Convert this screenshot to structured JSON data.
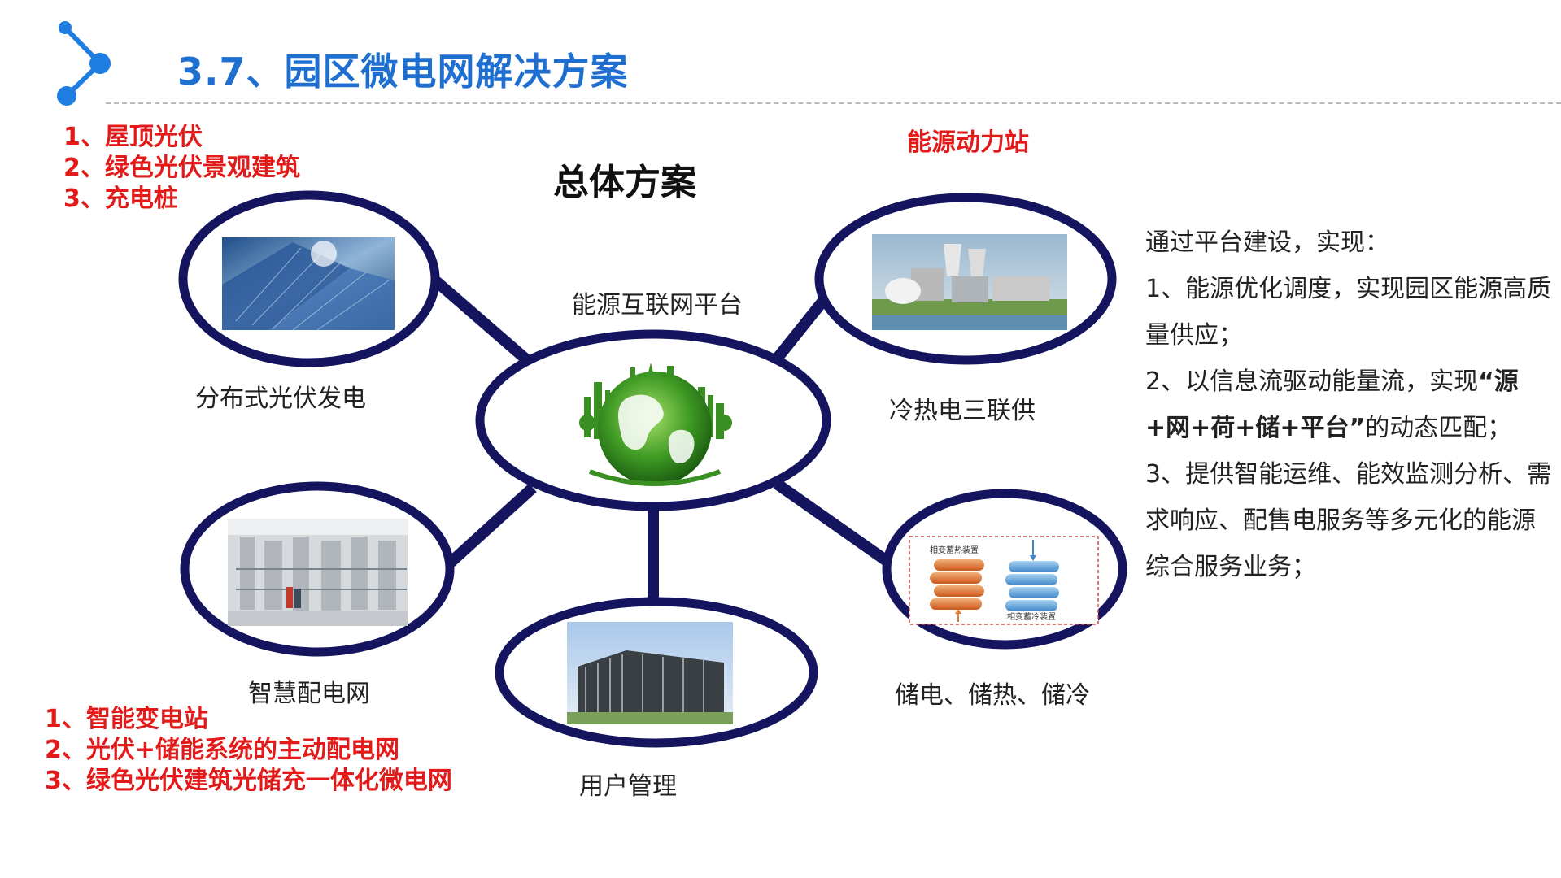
{
  "header": {
    "title": "3.7、园区微电网解决方案"
  },
  "subtitle": "总体方案",
  "top_left_list": [
    "1、屋顶光伏",
    "2、绿色光伏景观建筑",
    "3、充电桩"
  ],
  "top_right_label": "能源动力站",
  "bottom_left_list": [
    "1、智能变电站",
    "2、光伏+储能系统的主动配电网",
    "3、绿色光伏建筑光储充一体化微电网"
  ],
  "center": {
    "label": "能源互联网平台"
  },
  "nodes": {
    "pv": {
      "label": "分布式光伏发电",
      "icon": "solar-panel-image"
    },
    "cchp": {
      "label": "冷热电三联供",
      "icon": "power-plant-image"
    },
    "grid": {
      "label": "智慧配电网",
      "icon": "substation-image"
    },
    "user": {
      "label": "用户管理",
      "icon": "building-image"
    },
    "storage": {
      "label": "储电、储热、储冷",
      "icon": "phase-change-storage-image",
      "inner_labels": [
        "相变蓄热装置",
        "相变蓄冷装置"
      ]
    }
  },
  "right_text": {
    "intro": "通过平台建设，实现：",
    "item1": "1、能源优化调度，实现园区能源高质量供应；",
    "item2_pre": "2、以信息流驱动能量流，实现",
    "item2_bold": "“源+网+荷+储+平台”",
    "item2_post": "的动态匹配；",
    "item3": "3、提供智能运维、能效监测分析、需求响应、配售电服务等多元化的能源综合服务业务；"
  },
  "colors": {
    "ring": "#14155e",
    "title": "#1f6fd0",
    "red": "#e21a1a",
    "logo": "#1d7de0"
  }
}
